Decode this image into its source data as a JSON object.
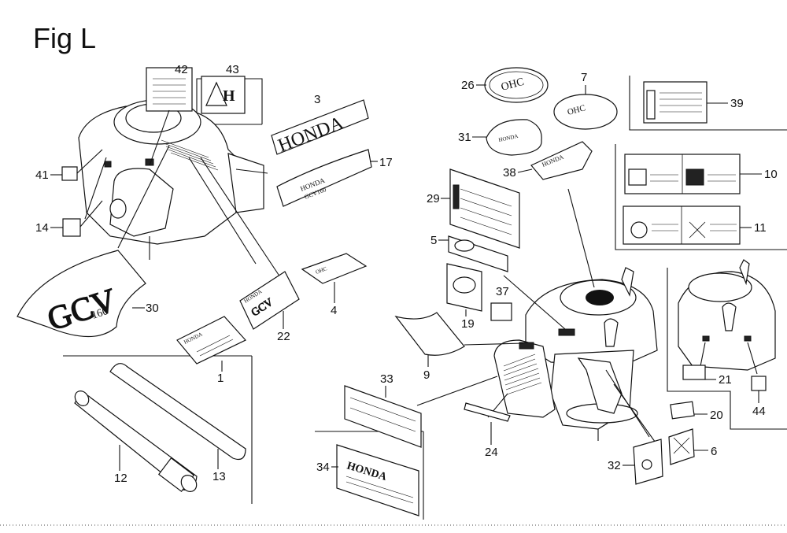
{
  "figure": {
    "title": "Fig L"
  },
  "parts": [
    {
      "id": "p1",
      "num": "1"
    },
    {
      "id": "p3",
      "num": "3"
    },
    {
      "id": "p4",
      "num": "4"
    },
    {
      "id": "p5",
      "num": "5"
    },
    {
      "id": "p6",
      "num": "6"
    },
    {
      "id": "p7",
      "num": "7"
    },
    {
      "id": "p9",
      "num": "9"
    },
    {
      "id": "p10",
      "num": "10"
    },
    {
      "id": "p11",
      "num": "11"
    },
    {
      "id": "p12",
      "num": "12"
    },
    {
      "id": "p13",
      "num": "13"
    },
    {
      "id": "p14",
      "num": "14"
    },
    {
      "id": "p17",
      "num": "17"
    },
    {
      "id": "p19",
      "num": "19"
    },
    {
      "id": "p20",
      "num": "20"
    },
    {
      "id": "p21",
      "num": "21"
    },
    {
      "id": "p22",
      "num": "22"
    },
    {
      "id": "p24",
      "num": "24"
    },
    {
      "id": "p26",
      "num": "26"
    },
    {
      "id": "p29",
      "num": "29"
    },
    {
      "id": "p30",
      "num": "30"
    },
    {
      "id": "p31",
      "num": "31"
    },
    {
      "id": "p32",
      "num": "32"
    },
    {
      "id": "p33",
      "num": "33"
    },
    {
      "id": "p34",
      "num": "34"
    },
    {
      "id": "p37",
      "num": "37"
    },
    {
      "id": "p38",
      "num": "38"
    },
    {
      "id": "p39",
      "num": "39"
    },
    {
      "id": "p41",
      "num": "41"
    },
    {
      "id": "p42",
      "num": "42"
    },
    {
      "id": "p43",
      "num": "43"
    },
    {
      "id": "p44",
      "num": "44"
    }
  ],
  "labels": {
    "brand": "HONDA",
    "brand_caps": "HONDA",
    "gcv": "GCV",
    "gcv_model": "160"
  }
}
